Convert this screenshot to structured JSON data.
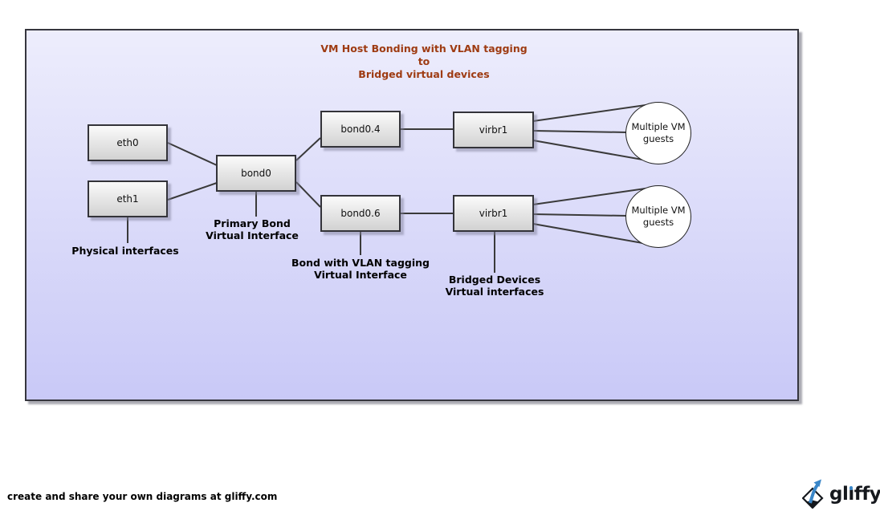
{
  "colors": {
    "title-color": "#9e3b12",
    "frame-border": "#36363e",
    "frame-bg-top": "#ededfc",
    "frame-bg-bottom": "#c9c9f7",
    "node-border": "#333339",
    "node-bg-top": "#fafafa",
    "node-bg-bottom": "#d2d2d2",
    "line-color": "#3a3a3a",
    "logo-blue": "#3a86c8"
  },
  "title": {
    "line1": "VM Host Bonding with VLAN tagging",
    "line2": "to",
    "line3": "Bridged virtual devices"
  },
  "nodes": {
    "eth0": "eth0",
    "eth1": "eth1",
    "bond0": "bond0",
    "bond0_4": "bond0.4",
    "bond0_6": "bond0.6",
    "virbr1_top": "virbr1",
    "virbr1_bottom": "virbr1"
  },
  "vm_guests": {
    "top": {
      "line1": "Multiple VM",
      "line2": "guests"
    },
    "bottom": {
      "line1": "Multiple VM",
      "line2": "guests"
    }
  },
  "captions": {
    "physical_interfaces": {
      "line1": "Physical interfaces"
    },
    "primary_bond": {
      "line1": "Primary Bond",
      "line2": "Virtual Interface"
    },
    "bond_vlan": {
      "line1": "Bond with VLAN tagging",
      "line2": "Virtual Interface"
    },
    "bridged_devices": {
      "line1": "Bridged Devices",
      "line2": "Virtual interfaces"
    }
  },
  "footer": {
    "text": "create and share your own diagrams at gliffy.com"
  },
  "logo": {
    "icon": "gliffy-diamond-arrow-icon",
    "part1": "gl",
    "i": "ı",
    "part2": "ffy"
  }
}
